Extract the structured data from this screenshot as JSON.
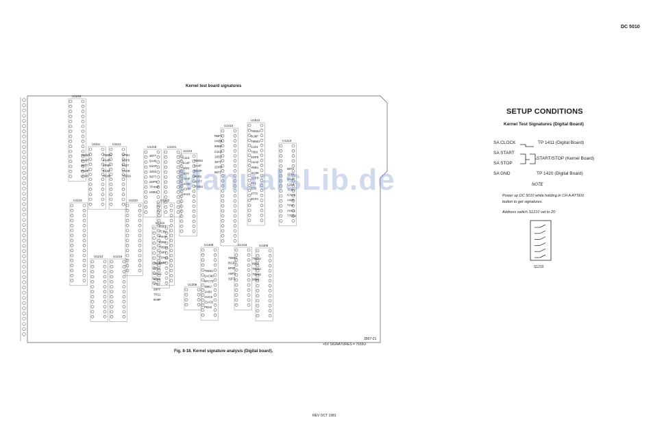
{
  "page": {
    "doc_id": "DC 5010",
    "revision": "REV OCT 1981",
    "figure_title": "Kernel test board signatures",
    "figure_caption": "Fig. 8-18. Kernel signature analysis (Digital board).",
    "figure_number": "3507-21",
    "watermark": "ManualsLib.de",
    "legend_text": "+5V SIGNATURES  =  7555U"
  },
  "setup": {
    "title": "SETUP CONDITIONS",
    "subtitle": "Kernel Test Signatures (Digital Board)",
    "connections": [
      {
        "name": "SA CLOCK",
        "target": "TP 1411 (Digital Board)"
      },
      {
        "name": "SA START",
        "target": "START/STOP (Kernel Board)"
      },
      {
        "name": "SA STOP",
        "target": ""
      },
      {
        "name": "SA GND",
        "target": "TP 1420 (Digital Board)"
      }
    ],
    "note_title": "NOTE",
    "note_lines": [
      "Power up DC 5010 while holding in CH A ATTEN",
      "button to get signatures.",
      "Address switch S1210 set to 20:"
    ],
    "switch_label": "S1210"
  },
  "board": {
    "ic_labels": [
      "U1220",
      "U1111",
      "U1112",
      "U1116",
      "U1120",
      "U1218",
      "U1221",
      "U1410",
      "U1510",
      "U1210",
      "U1310",
      "U1212",
      "U1216",
      "U1322",
      "U1412",
      "U1405",
      "U1418",
      "U1308",
      "U1305"
    ],
    "signature_groups": [
      [
        "7555U",
        "4A4P",
        "3877",
        "P4HP",
        "U748"
      ],
      [
        "7555U",
        "4A4P",
        "1P8H",
        "8A34",
        "H5H8"
      ],
      [
        "1P8H",
        "2DP0",
        "04Z7",
        "H5H8",
        "7555U"
      ],
      [
        "3877",
        "5A46",
        "04AP",
        "1833",
        "5877",
        "2DP0",
        "7P4HP",
        "H5B1"
      ],
      [
        "C113",
        "4A4P",
        "1833",
        "3877",
        "P4HP",
        "UC86",
        "1CPP",
        "HH24"
      ],
      [
        "7555U",
        "4A4P",
        "P4HP",
        "H5B1",
        "ACP7",
        "7755U"
      ],
      [
        "RBF1",
        "H4B8",
        "8858",
        "C113",
        "1833",
        "3877",
        "2DP0",
        "8877"
      ],
      [
        "7555U",
        "8U8F",
        "7855U",
        "C113",
        "7859",
        "2DP0",
        "P4HP",
        "H5B1",
        "UC86",
        "1CPP",
        "FF1",
        "E73",
        "J773",
        "8CFA"
      ],
      [
        "8877",
        "1C61",
        "4A4P",
        "C113",
        "7C8U",
        "CAC5",
        "A485",
        "7211",
        "AUC1",
        "7755U"
      ],
      [
        "C113",
        "7C8U",
        "P4HP",
        "8259",
        "7855U",
        "C8F7",
        "C6H21",
        "5H8F"
      ],
      [
        "7555U",
        "8794",
        "U2CC",
        "8259",
        "7787",
        "2877",
        "7P21",
        "9H9F"
      ],
      [
        "7555U",
        "2AC86",
        "5FC73",
        "488U",
        "1A8U",
        "AUC6",
        "Z1A32",
        "P8H4"
      ],
      [
        "7555U",
        "RGF7",
        "8P5F",
        "A8F3",
        "32F3"
      ],
      [
        "7555U",
        "8888",
        "7555U",
        "7555U",
        "8888"
      ]
    ]
  }
}
